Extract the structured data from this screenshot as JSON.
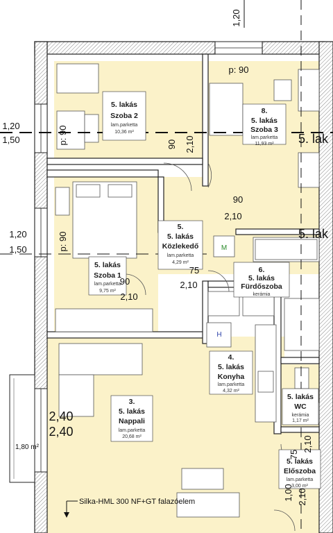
{
  "rooms": {
    "szoba2": {
      "number": "5. lakás",
      "name": "Szoba 2",
      "floor": "lam.parketta",
      "area": "10,36 m²"
    },
    "szoba3": {
      "number": "8.",
      "line2": "5. lakás",
      "name": "Szoba 3",
      "floor": "lam.parketta",
      "area": "11,93 m²"
    },
    "kozlekedo": {
      "number": "5.",
      "line2": "5. lakás",
      "name": "Közlekedő",
      "floor": "lam.parketta",
      "area": "4,29 m²"
    },
    "szoba1": {
      "number": "5. lakás",
      "name": "Szoba 1",
      "floor": "lam.parketta",
      "area": "9,75 m²"
    },
    "furdoszoba": {
      "number": "6.",
      "line2": "5. lakás",
      "name": "Fürdőszoba",
      "floor": "kerámia"
    },
    "konyha": {
      "number": "4.",
      "line2": "5. lakás",
      "name": "Konyha",
      "floor": "lam.parketta",
      "area": "4,32 m²"
    },
    "nappali": {
      "number": "3.",
      "line2": "5. lakás",
      "name": "Nappali",
      "floor": "lam.parketta",
      "area": "20,68 m²"
    },
    "wc": {
      "number": "5. lakás",
      "name": "WC",
      "floor": "kerámia",
      "area": "1,17 m²"
    },
    "eloszoba": {
      "number": "5. lakás",
      "name": "Előszoba",
      "floor": "lam.parketta",
      "area": "3,00 m²"
    }
  },
  "dimensions": {
    "top_120": "1,20",
    "left_120_a": "1,20",
    "left_150_a": "1,50",
    "left_120_b": "1,20",
    "left_150_b": "1,50",
    "p90_top": "p: 90",
    "p90_left_a": "p: 90",
    "p90_left_b": "p: 90",
    "door_90_v": "90",
    "door_210_v": "2,10",
    "door_90_h": "90",
    "door_210_h": "2,10",
    "door_75": "75",
    "door_210_bath": "2,10",
    "door_90_s1": "90",
    "door_210_s1": "2,10",
    "win_240_a": "2,40",
    "win_240_b": "2,40",
    "balcony_area": "1,80 m²",
    "door_75_v": "75",
    "door_210_wc": "2,10",
    "door_100": "1,00",
    "door_210_entry": "2,10"
  },
  "neighbor_labels": {
    "a": "5. lak",
    "b": "5. lak"
  },
  "fixtures": {
    "m_label": "M",
    "h_label": "H"
  },
  "note": "Silka-HML 300 NF+GT falazóelem"
}
